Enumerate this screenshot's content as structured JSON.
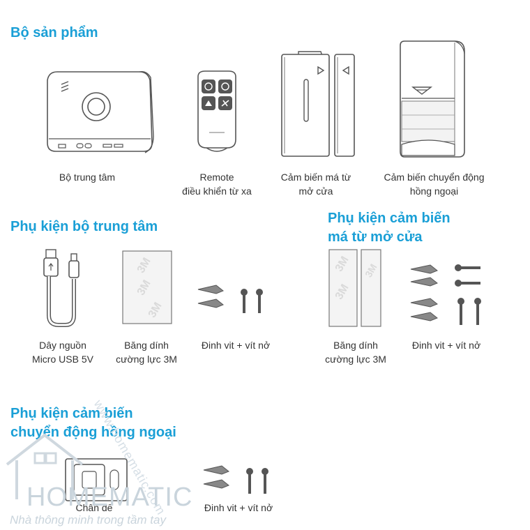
{
  "sections": {
    "product_set": "Bộ sản phẩm",
    "hub_accessories": "Phụ kiện bộ trung tâm",
    "door_accessories_line1": "Phụ kiện cảm biến",
    "door_accessories_line2": "má từ mở cửa",
    "pir_accessories_line1": "Phụ kiện cảm biến",
    "pir_accessories_line2": "chuyển động hồng ngoại"
  },
  "products": {
    "hub": {
      "line1": "Bộ trung tâm"
    },
    "remote": {
      "line1": "Remote",
      "line2": "điều khiển từ xa"
    },
    "door_sensor": {
      "line1": "Cảm biến má từ",
      "line2": "mở cửa"
    },
    "pir_sensor": {
      "line1": "Cảm biến chuyển động",
      "line2": "hồng ngoại"
    }
  },
  "hub_items": {
    "cable": {
      "line1": "Dây nguồn",
      "line2": "Micro USB 5V"
    },
    "tape": {
      "line1": "Băng dính",
      "line2": "cường lực 3M"
    },
    "screws": {
      "line1": "Đinh vit + vít nở"
    }
  },
  "door_items": {
    "tape": {
      "line1": "Băng dính",
      "line2": "cường lực 3M"
    },
    "screws": {
      "line1": "Đinh vit + vít nở"
    }
  },
  "pir_items": {
    "base": {
      "line1": "Chân đế"
    },
    "screws": {
      "line1": "Đinh vit + vít nở"
    }
  },
  "tape_mark": "3M",
  "watermark": {
    "url": "www.homematic.com",
    "brand": "HOMEMATIC",
    "tagline": "Nhà thông minh trong tầm tay"
  },
  "colors": {
    "heading": "#1a9fd6",
    "text": "#333333",
    "line": "#5a5a5a"
  }
}
